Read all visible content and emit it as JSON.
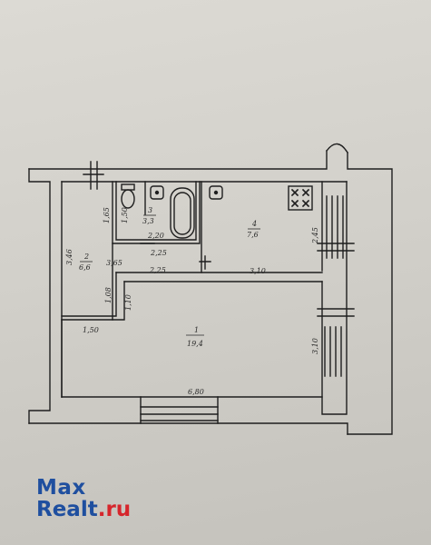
{
  "watermark": {
    "line1": "Max",
    "line2_part1": "Realt",
    "line2_part2": ".ru",
    "colors": {
      "blue": "#1f4f9f",
      "red": "#d6262c"
    }
  },
  "rooms": [
    {
      "num": "1",
      "area": "19,4"
    },
    {
      "num": "2",
      "area": "6,6"
    },
    {
      "num": "3",
      "area": "3,3"
    },
    {
      "num": "4",
      "area": "7,6"
    }
  ],
  "dimensions": {
    "d1_65": "1,65",
    "d1_50_top": "1,50",
    "d2_20": "2,20",
    "d2_25_bath": "2,25",
    "d3_46": "3,46",
    "d3_65": "3,65",
    "d2_25_hall": "2,25",
    "d3_10_kitchen": "3,10",
    "d2_45": "2,45",
    "d1_08": "1,08",
    "d1_10": "1,10",
    "d1_50_room": "1,50",
    "d3_10_room": "3,10",
    "d6_80": "6,80"
  }
}
